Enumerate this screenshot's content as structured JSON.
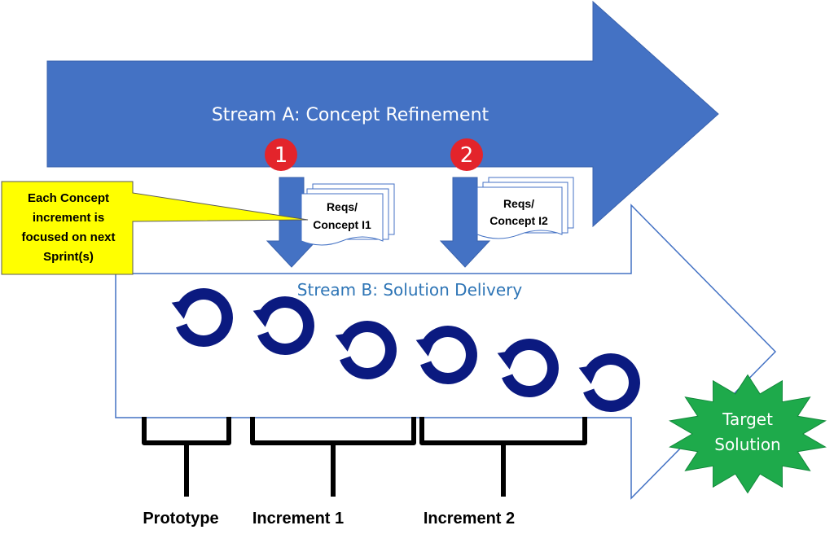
{
  "stream_a": {
    "label": "Stream A: Concept Refinement",
    "color": "#4472C4"
  },
  "stream_b": {
    "label": "Stream B: Solution Delivery",
    "color": "#2E75B6",
    "outline": "#4472C4"
  },
  "milestones": [
    {
      "number": "1",
      "color": "#E3242B"
    },
    {
      "number": "2",
      "color": "#E3242B"
    }
  ],
  "documents": [
    {
      "line1": "Reqs/",
      "line2": "Concept I1"
    },
    {
      "line1": "Reqs/",
      "line2": "Concept I2"
    }
  ],
  "callout": {
    "lines": [
      "Each Concept",
      "increment is",
      "focused on next",
      "Sprint(s)"
    ],
    "fill": "#FFFF00"
  },
  "sprint_icon": {
    "name": "cycle-arrow-icon",
    "count": 6,
    "color": "#0B1A80"
  },
  "phases": [
    {
      "label": "Prototype"
    },
    {
      "label": "Increment 1"
    },
    {
      "label": "Increment 2"
    }
  ],
  "target": {
    "lines": [
      "Target",
      "Solution"
    ],
    "fill": "#1EAA4B"
  }
}
